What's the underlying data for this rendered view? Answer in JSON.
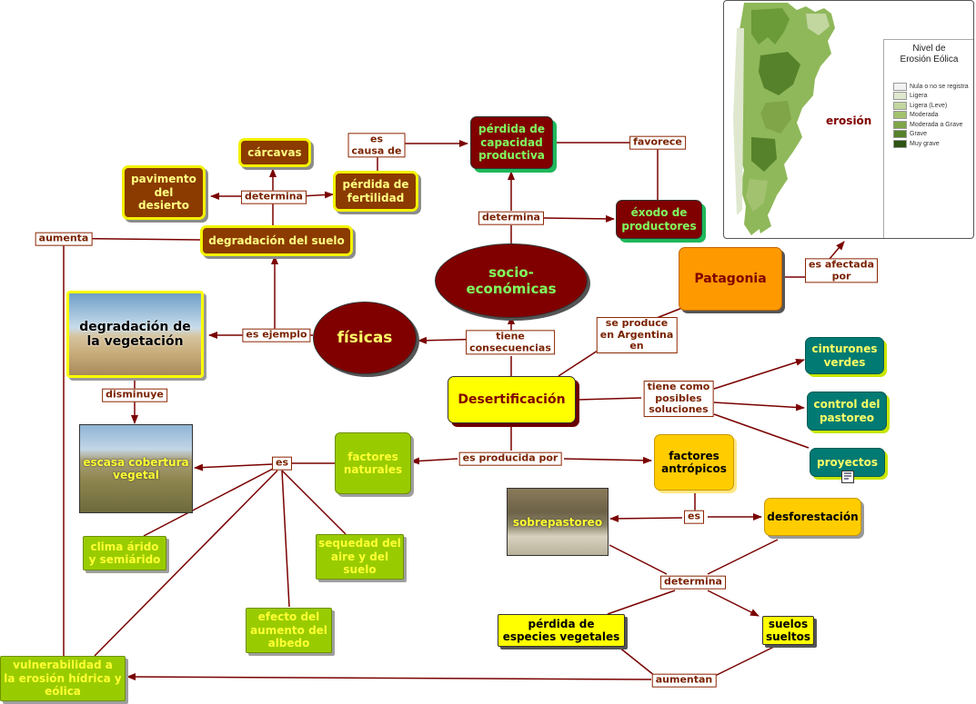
{
  "nodes": {
    "desertificacion": "Desertificación",
    "socioeconomicas": "socio-\neconómicas",
    "fisicas": "físicas",
    "degradacion_suelo": "degradación del suelo",
    "carcavas": "cárcavas",
    "pavimento": "pavimento\ndel\ndesierto",
    "perdida_fertilidad": "pérdida de\nfertilidad",
    "perdida_capacidad": "pérdida de\ncapacidad\nproductiva",
    "exodo": "éxodo de\nproductores",
    "patagonia": "Patagonia",
    "erosion": "erosión",
    "degradacion_vegetacion": "degradación de\nla vegetación",
    "escasa_cobertura": "escasa cobertura\nvegetal",
    "factores_naturales": "factores\nnaturales",
    "factores_antropicos": "factores\nantrópicos",
    "clima": "clima árido\ny semiárido",
    "sequedad": "sequedad del\naire y del\nsuelo",
    "albedo": "efecto del\naumento del\nalbedo",
    "vulnerabilidad": "vulnerabilidad a\nla erosión hídrica y\neólica",
    "cinturones": "cinturones\nverdes",
    "control": "control del\npastoreo",
    "proyectos": "proyectos",
    "sobrepastoreo": "sobrepastoreo",
    "desforestacion": "desforestación",
    "perdida_especies": "pérdida de\nespecies vegetales",
    "suelos_sueltos": "suelos\nsueltos"
  },
  "links": {
    "aumenta": "aumenta",
    "determina_top": "determina",
    "es_causa_de": "es\ncausa de",
    "favorece": "favorece",
    "determina_socio": "determina",
    "es_afectada_por": "es afectada\npor",
    "es_ejemplo": "es ejemplo",
    "tiene_consecuencias": "tiene\nconsecuencias",
    "se_produce": "se produce\nen Argentina\nen",
    "tiene_soluciones": "tiene como\nposibles\nsoluciones",
    "disminuye": "disminuye",
    "es_nat": "es",
    "producida_por": "es producida por",
    "es_ant": "es",
    "determina_bottom": "determina",
    "aumentan": "aumentan"
  },
  "map": {
    "legend_title": "Nivel de\nErosión Eólica",
    "legend": [
      {
        "label": "Nula o no se registra",
        "color": "#f2f2f2"
      },
      {
        "label": "Ligera",
        "color": "#dfe8cf"
      },
      {
        "label": "Ligera (Leve)",
        "color": "#c2d6a0"
      },
      {
        "label": "Moderada",
        "color": "#a3c270"
      },
      {
        "label": "Moderada a Grave",
        "color": "#7fa548"
      },
      {
        "label": "Grave",
        "color": "#55822a"
      },
      {
        "label": "Muy grave",
        "color": "#2d5214"
      }
    ]
  },
  "colors": {
    "link": "#7a0000",
    "brown_node": "#8b3a00",
    "maroon_node": "#800000",
    "green_node": "#99cc00",
    "teal_node": "#007a73",
    "gold_node": "#ffcc00",
    "patagonia": "#ff9900"
  }
}
